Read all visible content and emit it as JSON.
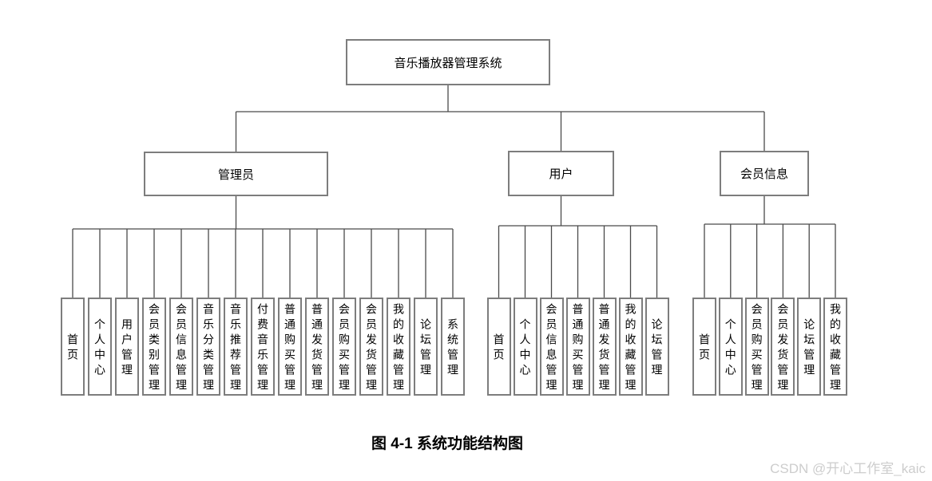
{
  "tree": {
    "root": "音乐播放器管理系统",
    "branches": [
      {
        "label": "管理员",
        "children": [
          "首页",
          "个人中心",
          "用户管理",
          "会员类别管理",
          "会员信息管理",
          "音乐分类管理",
          "音乐推荐管理",
          "付费音乐管理",
          "普通购买管理",
          "普通发货管理",
          "会员购买管理",
          "会员发货管理",
          "我的收藏管理",
          "论坛管理",
          "系统管理"
        ]
      },
      {
        "label": "用户",
        "children": [
          "首页",
          "个人中心",
          "会员信息管理",
          "普通购买管理",
          "普通发货管理",
          "我的收藏管理",
          "论坛管理"
        ]
      },
      {
        "label": "会员信息",
        "children": [
          "首页",
          "个人中心",
          "会员购买管理",
          "会员发货管理",
          "论坛管理",
          "我的收藏管理"
        ]
      }
    ]
  },
  "caption": "图 4-1 系统功能结构图",
  "watermark": "CSDN @开心工作室_kaic",
  "colors": {
    "background": "#ffffff",
    "box_border": "#7d7d7d",
    "line": "#4a4a4a",
    "text": "#000000",
    "watermark": "#cdcdcd"
  }
}
